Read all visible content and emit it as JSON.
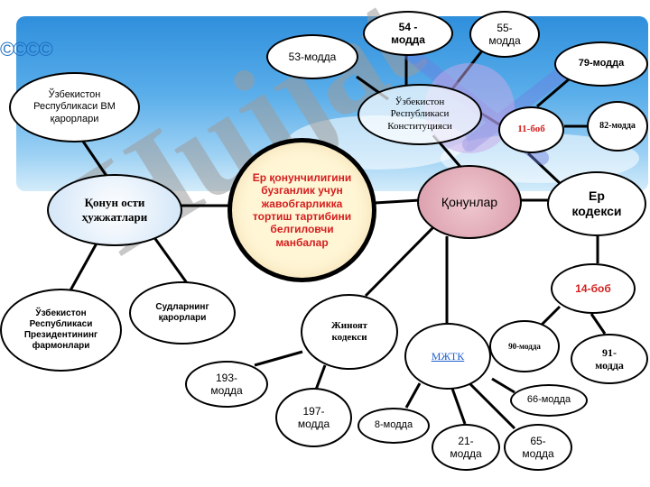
{
  "copyright": "©©©©",
  "watermark": "Hujjat",
  "nodes": {
    "center": "Ер қонунчилигини бузганлик учун жавобгарликка тортиш тартибини белгиловчи манбалар",
    "constitution": "Ўзбекистон Республикаси Конституцияси",
    "laws": "Қонунлар",
    "sublaws": "Қонун ости ҳужжатлари",
    "cabinet": "Ўзбекистон Республикаси ВМ қарорлари",
    "president": "Ўзбекистон Республикаси Президентининг фармонлари",
    "local": "Судларнинг қарорлари",
    "art53": "53-модда",
    "art54": "54 - модда",
    "art55": "55-модда",
    "art79": "79-модда",
    "art82": "82-модда",
    "ch11": "11-боб",
    "landcode": "Ер кодекси",
    "ch14": "14-боб",
    "art90": "90-модда",
    "art91": "91-модда",
    "criminal": "Жиноят кодекси",
    "art193": "193-модда",
    "art197": "197-модда",
    "mjtk": "МЖТК",
    "art8": "8-модда",
    "art21": "21-модда",
    "art65": "65-модда",
    "art66": "66-модда"
  }
}
